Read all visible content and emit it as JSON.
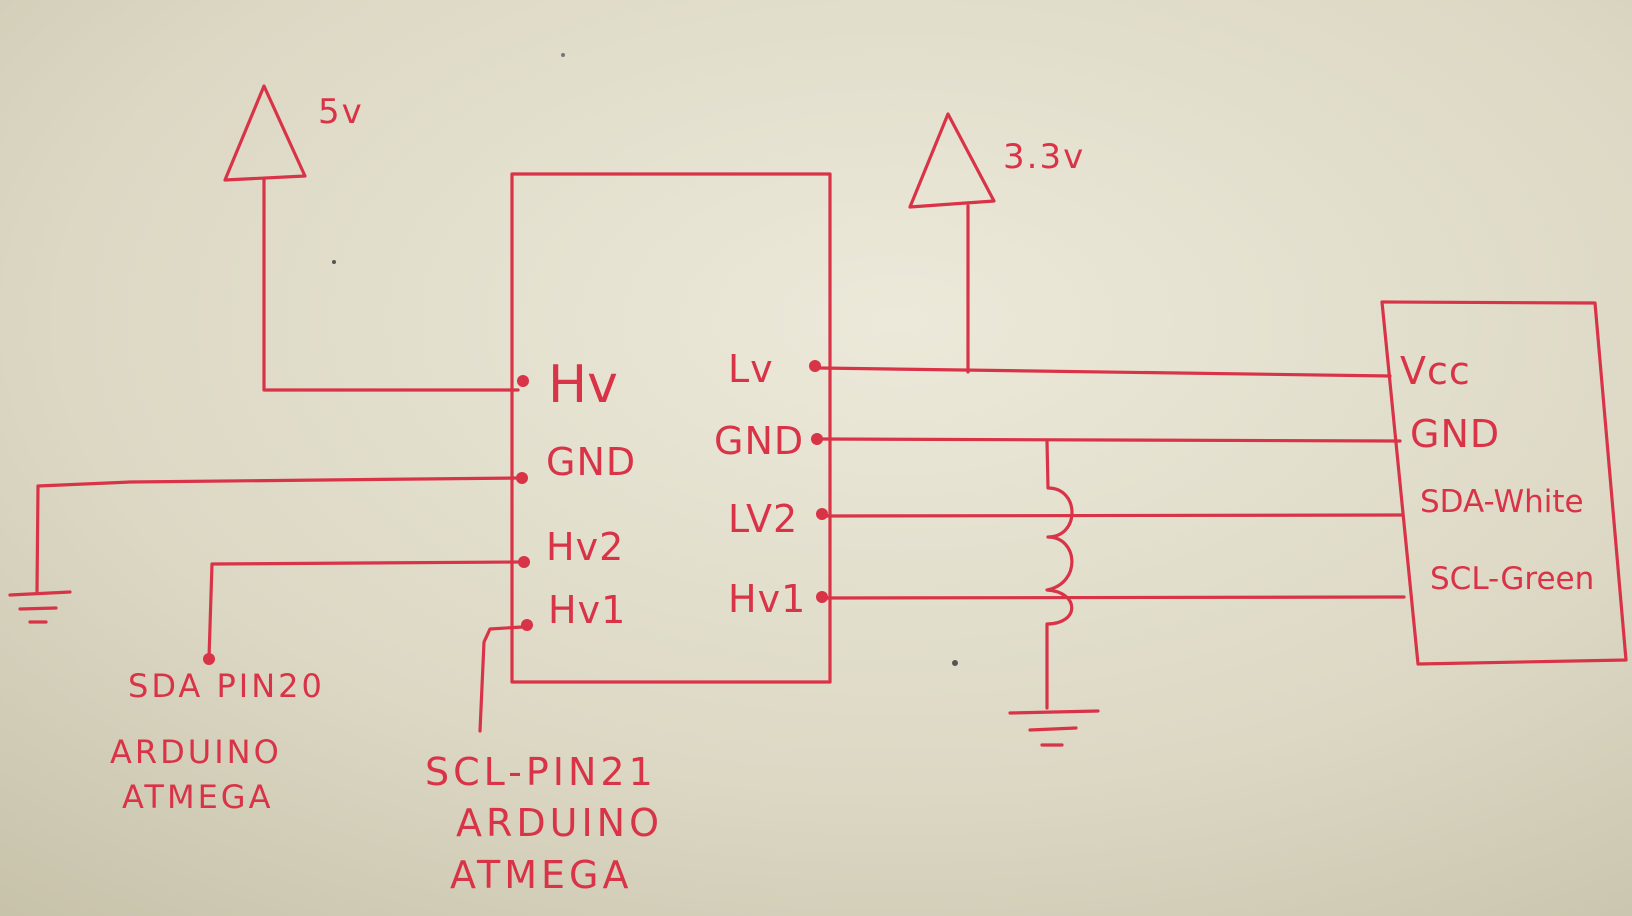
{
  "supply_5v": "5v",
  "supply_3v3": "3.3v",
  "level_shifter": {
    "hv": "Hv",
    "gnd_left": "GND",
    "hv2": "Hv2",
    "hv1_left": "Hv1",
    "lv": "Lv",
    "gnd_right": "GND",
    "lv2": "LV2",
    "hv1_right": "Hv1"
  },
  "sensor": {
    "vcc": "Vcc",
    "gnd": "GND",
    "sda": "SDA-White",
    "scl": "SCL-Green"
  },
  "sda_note": [
    "SDA PIN20",
    "ARDUINO",
    "ATMEGA"
  ],
  "scl_note": [
    "SCL-PIN21",
    "ARDUINO",
    "ATMEGA"
  ],
  "colors": {
    "ink": "#d93348",
    "paper": "#d9d5c2"
  }
}
